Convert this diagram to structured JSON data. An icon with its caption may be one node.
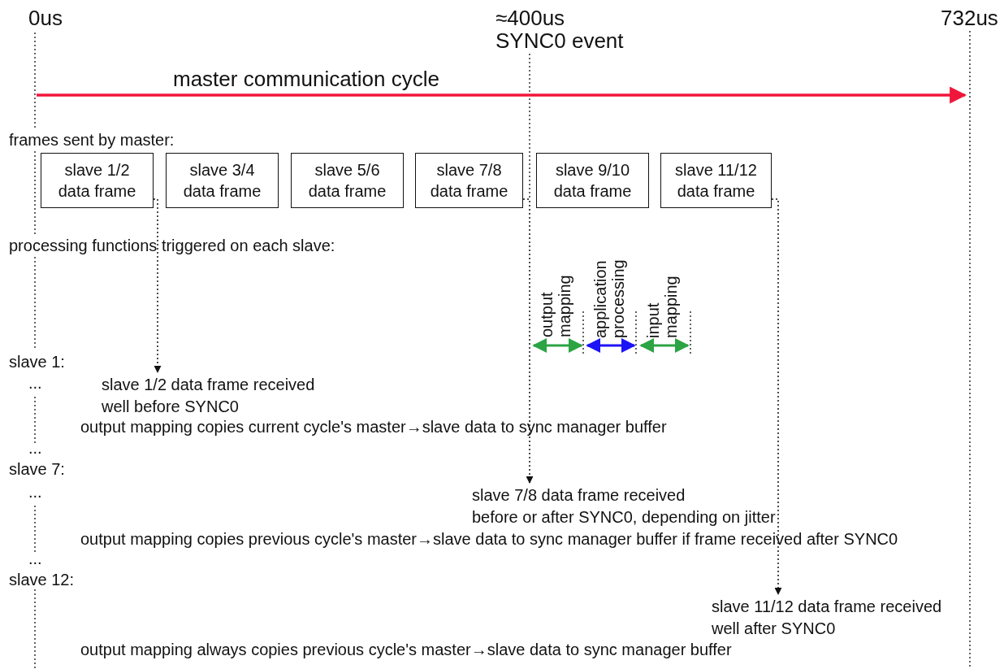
{
  "diagram": {
    "nodes": [
      {
        "text": [
          "slave 1/2 data frame"
        ]
      },
      {
        "text": [
          "slave 3/4 data frame"
        ]
      },
      {
        "text": [
          "slave 5/6 data frame"
        ]
      },
      {
        "text": [
          "slave 7/8 data frame"
        ]
      },
      {
        "text": [
          "slave 9/10 data frame"
        ]
      },
      {
        "text": [
          "slave 11/12 data frame"
        ]
      },
      {
        "text": [
          "slave 1/2 data frame received",
          "well before SYNC0"
        ]
      },
      {
        "text": [
          "slave 7/8 data frame received",
          "before or after SYNC0, depending on jitter"
        ]
      },
      {
        "text": [
          "slave 11/12 data frame received",
          "well after SYNC0"
        ]
      }
    ],
    "edges": [
      {
        "from": 0,
        "to": 6,
        "arrow": "to",
        "style": "dashed"
      },
      {
        "from": 3,
        "to": 7,
        "arrow": "to",
        "style": "dashed"
      },
      {
        "from": 5,
        "to": 8,
        "arrow": "to",
        "style": "dashed"
      }
    ],
    "labels": [
      "0us",
      "≈400us",
      "SYNC0 event",
      "732us",
      "master communication cycle",
      "frames sent by master:",
      "processing functions triggered on each slave:",
      "output mapping",
      "application processing",
      "input mapping",
      "slave 1:",
      "...",
      "output mapping copies current cycle's master→slave data to sync manager buffer",
      "...",
      "slave 7:",
      "...",
      "output mapping copies previous cycle's master→slave data to sync manager buffer if frame received after SYNC0",
      "...",
      "slave 12:",
      "output mapping always copies previous cycle's master→slave data to sync manager buffer"
    ]
  }
}
